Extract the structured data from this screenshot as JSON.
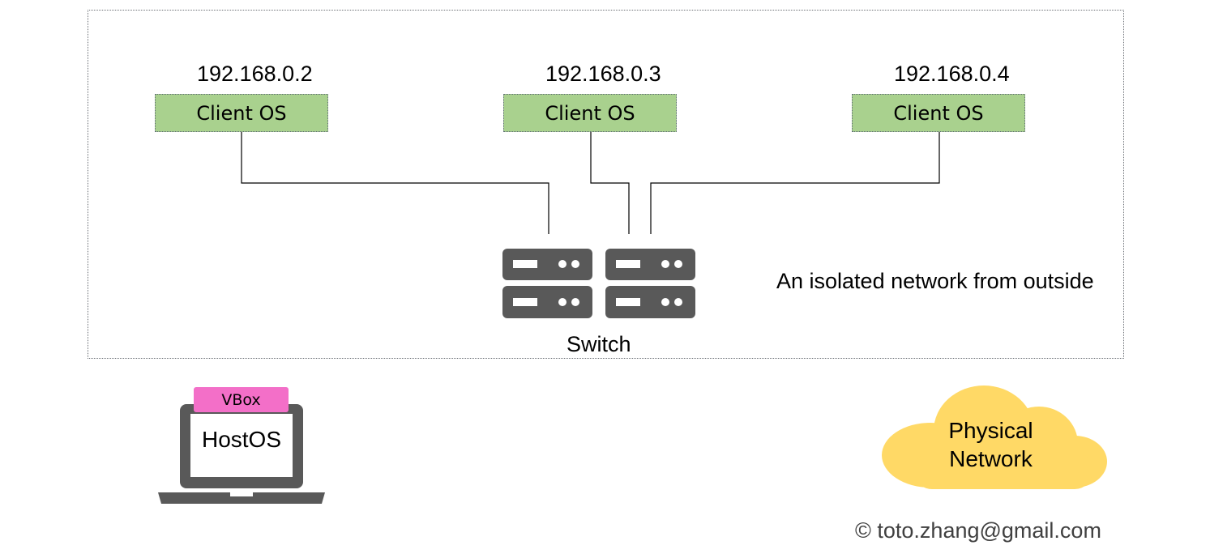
{
  "diagram": {
    "clients": [
      {
        "ip": "192.168.0.2",
        "label": "Client OS"
      },
      {
        "ip": "192.168.0.3",
        "label": "Client OS"
      },
      {
        "ip": "192.168.0.4",
        "label": "Client OS"
      }
    ],
    "switch_label": "Switch",
    "isolated_label": "An isolated network from outside",
    "host": {
      "badge": "VBox",
      "label": "HostOS"
    },
    "cloud": {
      "line1": "Physical",
      "line2": "Network"
    },
    "copyright": "© toto.zhang@gmail.com"
  },
  "colors": {
    "client_fill": "#a9d18e",
    "vbox_fill": "#f36fc8",
    "cloud_fill": "#ffd966",
    "icon_gray": "#595959",
    "border_dotted": "#6b6f75"
  }
}
